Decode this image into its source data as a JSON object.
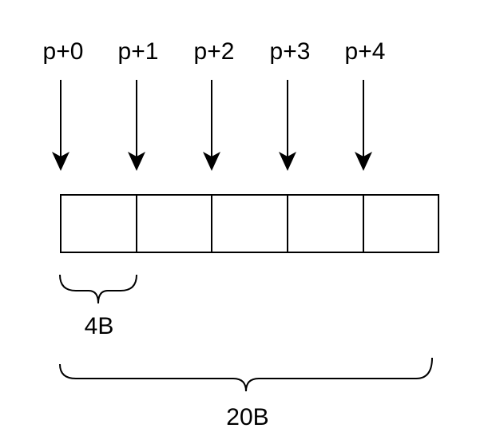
{
  "pointers": [
    {
      "label": "p+0"
    },
    {
      "label": "p+1"
    },
    {
      "label": "p+2"
    },
    {
      "label": "p+3"
    },
    {
      "label": "p+4"
    }
  ],
  "cells": 5,
  "element_size_label": "4B",
  "total_size_label": "20B",
  "colors": {
    "stroke": "#000000",
    "background": "#ffffff"
  }
}
